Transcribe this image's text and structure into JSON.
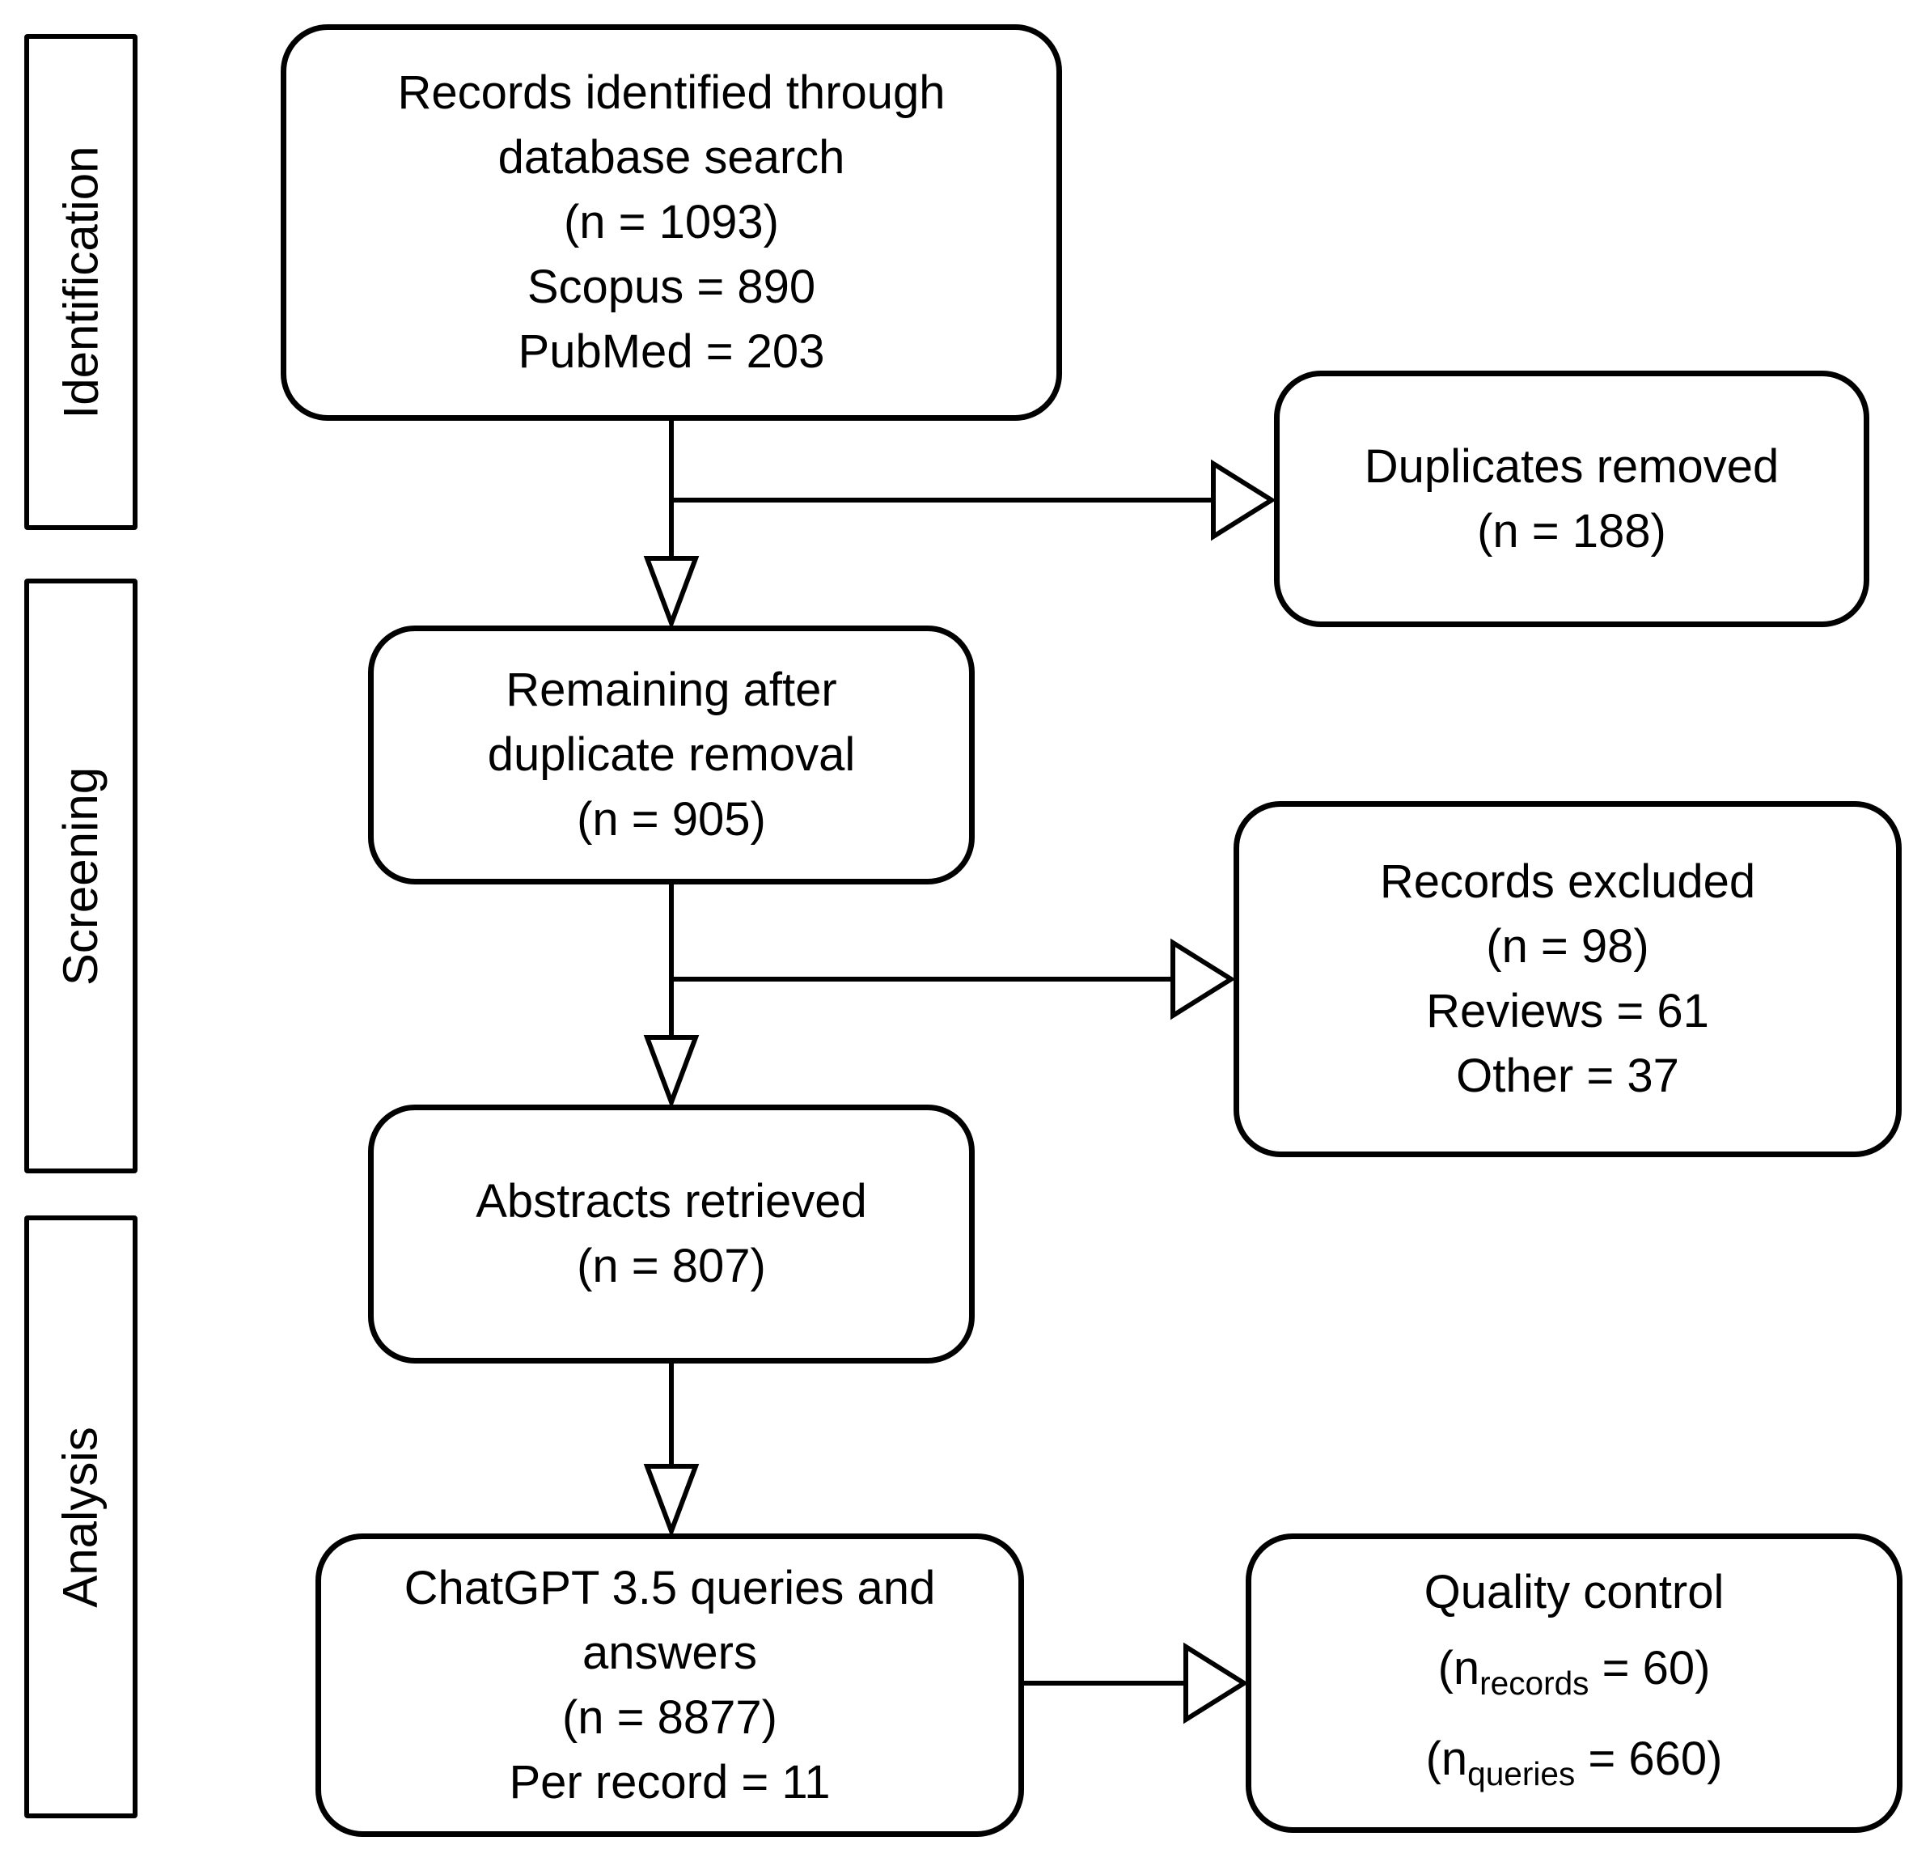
{
  "diagram": {
    "type": "prisma-flow",
    "colors": {
      "background": "#ffffff",
      "line": "#000000",
      "text": "#000000"
    },
    "stages": [
      {
        "label": "Identification"
      },
      {
        "label": "Screening"
      },
      {
        "label": "Analysis"
      }
    ],
    "boxes": {
      "records_identified": {
        "lines": [
          "Records identified through",
          "database search",
          "(n = 1093)",
          "Scopus = 890",
          "PubMed = 203"
        ]
      },
      "duplicates_removed": {
        "lines": [
          "Duplicates removed",
          "(n = 188)"
        ]
      },
      "remaining_after_duplicates": {
        "lines": [
          "Remaining after",
          "duplicate removal",
          "(n = 905)"
        ]
      },
      "records_excluded": {
        "lines": [
          "Records excluded",
          "(n = 98)",
          "Reviews = 61",
          "Other = 37"
        ]
      },
      "abstracts_retrieved": {
        "lines": [
          "Abstracts retrieved",
          "(n = 807)"
        ]
      },
      "chatgpt_queries": {
        "lines": [
          "ChatGPT 3.5 queries and",
          "answers",
          "(n = 8877)",
          "Per record = 11"
        ]
      },
      "quality_control": {
        "title": "Quality control",
        "stats": [
          {
            "pre": "(n",
            "sub": "records",
            "post": " = 60)"
          },
          {
            "pre": "(n",
            "sub": "queries",
            "post": " = 660)"
          }
        ]
      }
    }
  }
}
